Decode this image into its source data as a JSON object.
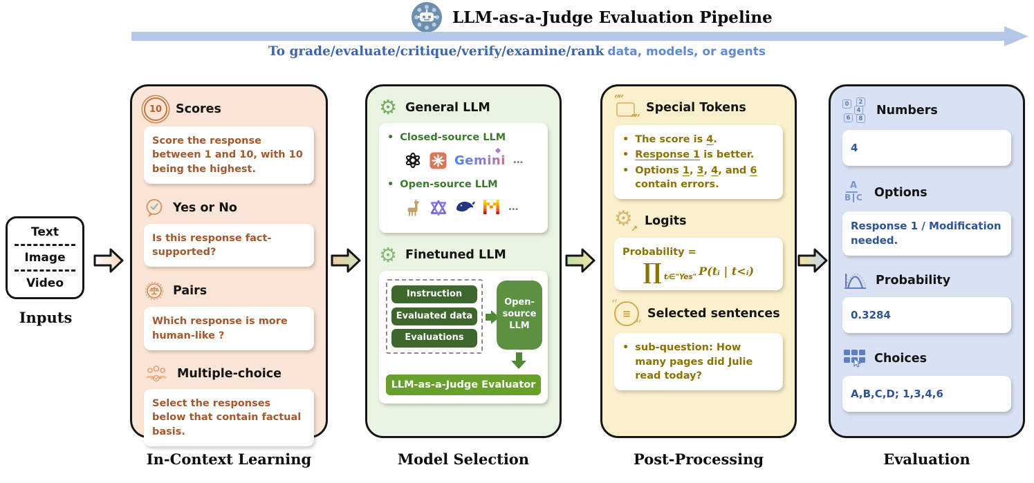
{
  "colors": {
    "pipeline_arrow": "#B5C7E8",
    "panel_icl_bg": "#FBE5D6",
    "panel_model_bg": "#E9F4E3",
    "panel_post_bg": "#FAF0CC",
    "panel_eval_bg": "#D9E2F4",
    "icl_text": "#A4582D",
    "model_text": "#3C7A2E",
    "post_text": "#8A7300",
    "eval_text": "#2E5396",
    "pill_green": "#3D672C",
    "evaluator_green": "#67A12B"
  },
  "header": {
    "title": "LLM-as-a-Judge Evaluation Pipeline",
    "subtitle_bold": "To grade/evaluate/critique/verify/examine/rank",
    "subtitle_rest": " data, models, or agents"
  },
  "inputs": {
    "label": "Inputs",
    "items": [
      "Text",
      "Image",
      "Video"
    ]
  },
  "icl": {
    "label": "In-Context Learning",
    "scores_heading": "Scores",
    "scores_icon_text": "10",
    "scores_card": "Score the response between 1 and 10, with 10 being the highest.",
    "yesno_heading": "Yes or No",
    "yesno_card": "Is this response fact-supported?",
    "pairs_heading": "Pairs",
    "pairs_card": "Which response is more human-like ?",
    "mc_heading": "Multiple-choice",
    "mc_card": "Select the responses below that contain factual basis."
  },
  "model": {
    "label": "Model Selection",
    "general_heading": "General LLM",
    "closed_label": "Closed-source LLM",
    "open_label": "Open-source LLM",
    "gemini_text": "Gemini",
    "ellipsis": "…",
    "finetuned_heading": "Finetuned LLM",
    "pills": [
      "Instruction",
      "Evaluated data",
      "Evaluations"
    ],
    "os_box_lines": [
      "Open-",
      "source",
      "LLM"
    ],
    "evaluator": "LLM-as-a-Judge Evaluator"
  },
  "post": {
    "label": "Post-Processing",
    "tokens_heading": "Special Tokens",
    "b1_pre": "The score is ",
    "b1_u": "4",
    "b1_post": ".",
    "b2_u": "Response 1",
    "b2_post": " is better.",
    "b3_pre": "Options ",
    "b3_u1": "1",
    "b3_s1": ", ",
    "b3_u2": "3",
    "b3_s2": ", ",
    "b3_u3": "4",
    "b3_s3": ", and ",
    "b3_u4": "6",
    "b3_post": " contain errors.",
    "logits_heading": "Logits",
    "prob_label": "Probability =",
    "formula_prod": "∏",
    "formula_sub": "tᵢ∈\"Yes\"",
    "formula_main": "P(tᵢ | t<ᵢ)",
    "sent_heading": "Selected sentences",
    "sent_bullet": "sub-question: How many pages did Julie read today?"
  },
  "eval": {
    "label": "Evaluation",
    "numbers_heading": "Numbers",
    "numbers_value": "4",
    "numbers_icon_digits": [
      "0",
      "2",
      "4",
      "6",
      "8"
    ],
    "options_heading": "Options",
    "options_value": "Response 1 / Modification needed.",
    "options_icon_letters": [
      "A",
      "B",
      "C"
    ],
    "prob_heading": "Probability",
    "prob_value": "0.3284",
    "choices_heading": "Choices",
    "choices_value": "A,B,C,D; 1,3,4,6"
  },
  "icons": {
    "header": "robot-judge-icon",
    "icl": [
      "circled-10-icon",
      "check-bubble-icon",
      "balance-seal-icon",
      "people-group-icon"
    ],
    "model": [
      "gear-network-icon",
      "gear-refresh-icon"
    ],
    "model_logos_closed": [
      "openai-logo",
      "anthropic-logo",
      "gemini-wordmark"
    ],
    "model_logos_open": [
      "llama-logo",
      "qwen-logo",
      "deepseek-logo",
      "mistral-logo"
    ],
    "post": [
      "special-tokens-icon",
      "gear-trend-icon",
      "sentences-seal-icon"
    ],
    "eval": [
      "number-blocks-icon",
      "abc-options-icon",
      "bell-curve-icon",
      "choice-grid-icon"
    ]
  }
}
